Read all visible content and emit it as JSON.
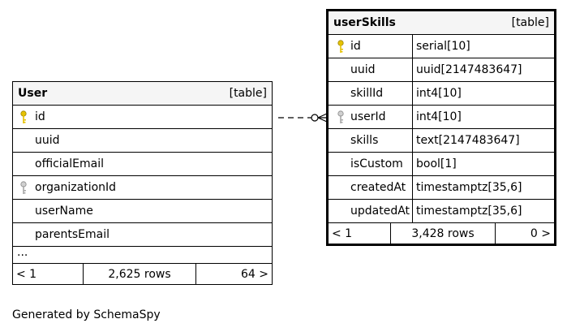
{
  "user_table": {
    "name": "User",
    "kind": "[table]",
    "columns": [
      {
        "name": "id",
        "key": "primary"
      },
      {
        "name": "uuid",
        "key": ""
      },
      {
        "name": "officialEmail",
        "key": ""
      },
      {
        "name": "organizationId",
        "key": "foreign"
      },
      {
        "name": "userName",
        "key": ""
      },
      {
        "name": "parentsEmail",
        "key": ""
      }
    ],
    "ellipsis": "...",
    "footer": {
      "prev": "< 1",
      "rows": "2,625 rows",
      "next": "64 >"
    }
  },
  "skills_table": {
    "name": "userSkills",
    "kind": "[table]",
    "columns": [
      {
        "name": "id",
        "type": "serial[10]",
        "key": "primary"
      },
      {
        "name": "uuid",
        "type": "uuid[2147483647]",
        "key": ""
      },
      {
        "name": "skillId",
        "type": "int4[10]",
        "key": ""
      },
      {
        "name": "userId",
        "type": "int4[10]",
        "key": "foreign"
      },
      {
        "name": "skills",
        "type": "text[2147483647]",
        "key": ""
      },
      {
        "name": "isCustom",
        "type": "bool[1]",
        "key": ""
      },
      {
        "name": "createdAt",
        "type": "timestamptz[35,6]",
        "key": ""
      },
      {
        "name": "updatedAt",
        "type": "timestamptz[35,6]",
        "key": ""
      }
    ],
    "footer": {
      "prev": "< 1",
      "rows": "3,428 rows",
      "next": "0 >"
    }
  },
  "caption": "Generated by SchemaSpy",
  "colors": {
    "primary_key": "#e6c200",
    "foreign_key": "#a8a8a8",
    "header_bg": "#f5f5f5"
  }
}
